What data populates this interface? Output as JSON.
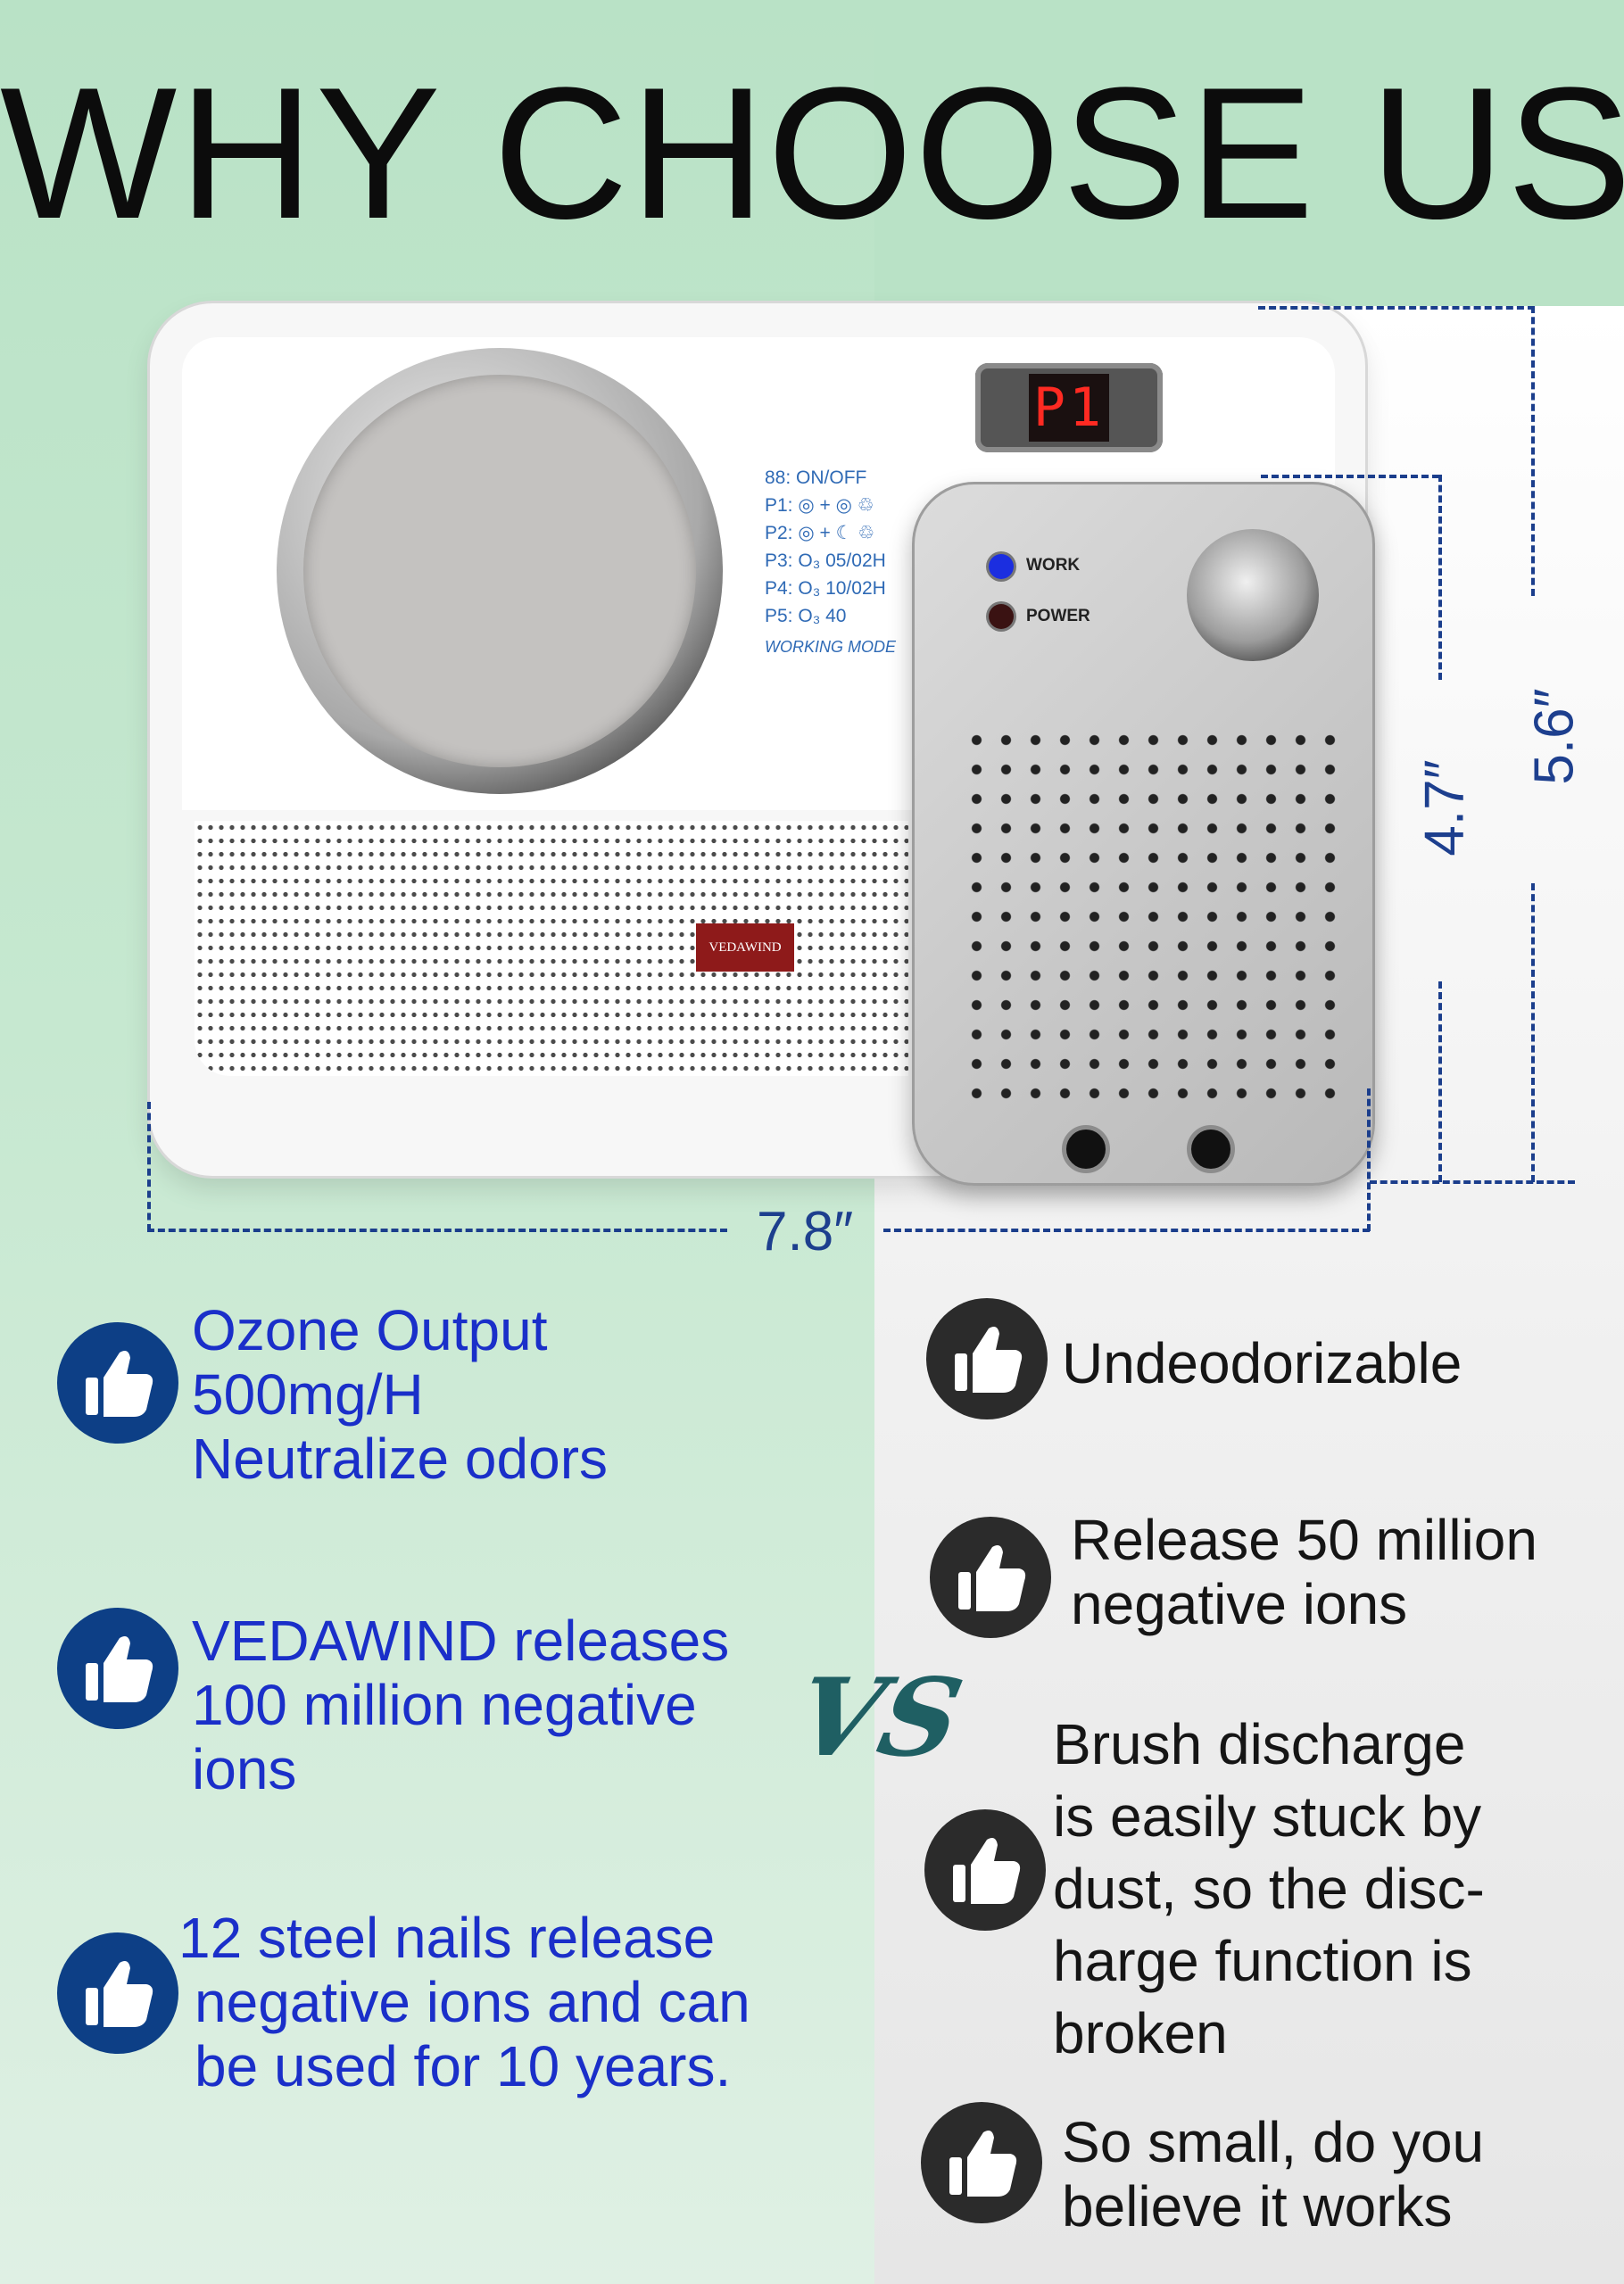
{
  "headline": "WHY CHOOSE US",
  "device": {
    "display_code": "P1",
    "brand": "VEDAWIND",
    "modes": [
      "88: ON/OFF",
      "P1: ◎ + ◎ ♲",
      "P2: ◎ + ☾ ♲",
      "P3: O₃ 05/02H",
      "P4: O₃ 10/02H",
      "P5: O₃ 40"
    ],
    "modes_caption": "WORKING MODE"
  },
  "small_device": {
    "work_label": "WORK",
    "power_label": "POWER",
    "work_led_color": "#1b2ee0",
    "power_led_color": "#3a1212"
  },
  "dimensions": {
    "width": "7.8″",
    "small_height": "4.7″",
    "large_height": "5.6″"
  },
  "colors": {
    "left_text": "#1a2fc9",
    "right_text": "#151515",
    "left_thumb": "#0d3f86",
    "right_thumb": "#2b2b2b",
    "dimension": "#1d3f8e"
  },
  "features_left": [
    {
      "lines": [
        "Ozone Output",
        "500mg/H",
        "Neutralize odors"
      ]
    },
    {
      "lines": [
        "VEDAWIND releases",
        "100 million negative",
        "ions"
      ]
    },
    {
      "lines": [
        "12 steel nails release",
        "negative ions and can",
        "be used for 10 years."
      ]
    }
  ],
  "vs": "VS",
  "features_right": [
    {
      "lines": [
        "Undeodorizable"
      ]
    },
    {
      "lines": [
        "Release 50 million",
        "negative ions"
      ]
    },
    {
      "lines": [
        "Brush discharge",
        "is easily stuck by",
        "dust, so the disc-",
        "harge function is",
        "broken"
      ]
    },
    {
      "lines": [
        "So small, do you",
        "believe it works"
      ]
    }
  ],
  "icons": {
    "feature": "thumbs-up-icon"
  }
}
